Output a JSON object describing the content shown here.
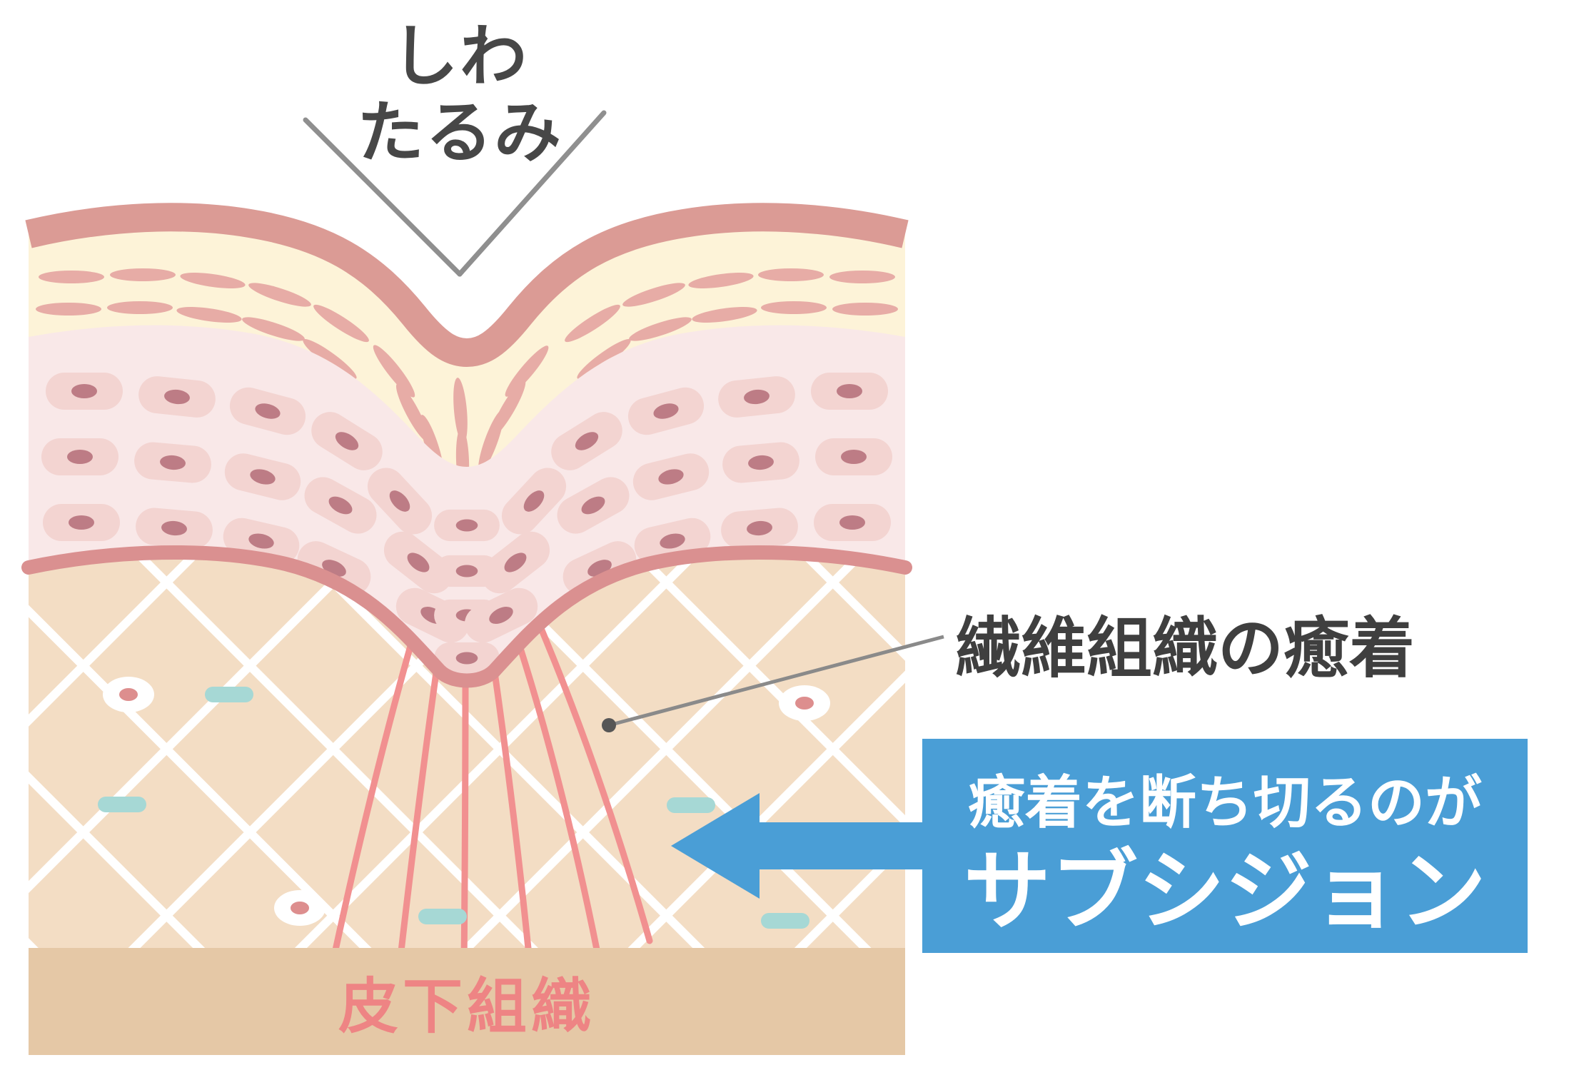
{
  "labels": {
    "wrinkle": "しわ",
    "sagging": "たるみ",
    "adhesion_note": "繊維組織の癒着",
    "callout_line1": "癒着を断ち切るのが",
    "callout_line2": "サブシジョン",
    "subcutaneous_tissue": "皮下組織"
  },
  "colors": {
    "callout_blue": "#4a9ed6",
    "skin_surface_pink": "#db9b95",
    "dermis_pink": "#f9e8e8",
    "dermis_cell_pink": "#f3d4d1",
    "cream_layer": "#fdf3d8",
    "subcutaneous_tan": "#f3ddc4",
    "adhesion_fiber_pink": "#f19090",
    "tissue_capsule_teal": "#a6d8d5",
    "hypodermis_band_tan": "#e5c8a6",
    "subcutaneous_label_pink": "#ee8484",
    "label_text_dark": "#474747"
  }
}
